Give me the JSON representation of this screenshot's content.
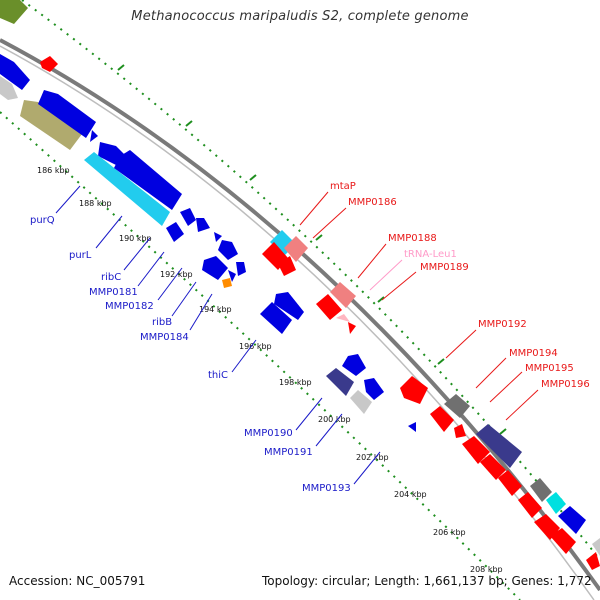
{
  "title": "Methanococcus maripaludis S2, complete genome",
  "footer": {
    "accession": "Accession: NC_005791",
    "topology": "Topology: circular; Length: 1,661,137 bp; Genes: 1,772"
  },
  "kbp_ticks": [
    "186 kbp",
    "188 kbp",
    "190 kbp",
    "192 kbp",
    "194 kbp",
    "196 kbp",
    "198 kbp",
    "200 kbp",
    "202 kbp",
    "204 kbp",
    "206 kbp",
    "208 kbp"
  ],
  "forward_labels": [
    {
      "text": "mtaP",
      "color": "#e81818"
    },
    {
      "text": "MMP0186",
      "color": "#e81818"
    },
    {
      "text": "MMP0188",
      "color": "#e81818"
    },
    {
      "text": "tRNA-Leu1",
      "color": "#ff9ac8"
    },
    {
      "text": "MMP0189",
      "color": "#e81818"
    },
    {
      "text": "MMP0192",
      "color": "#e81818"
    },
    {
      "text": "MMP0194",
      "color": "#e81818"
    },
    {
      "text": "MMP0195",
      "color": "#e81818"
    },
    {
      "text": "MMP0196",
      "color": "#e81818"
    }
  ],
  "reverse_labels": [
    {
      "text": "purQ",
      "color": "#1a1ac8"
    },
    {
      "text": "purL",
      "color": "#1a1ac8"
    },
    {
      "text": "ribC",
      "color": "#1a1ac8"
    },
    {
      "text": "MMP0181",
      "color": "#1a1ac8"
    },
    {
      "text": "MMP0182",
      "color": "#1a1ac8"
    },
    {
      "text": "ribB",
      "color": "#1a1ac8"
    },
    {
      "text": "MMP0184",
      "color": "#1a1ac8"
    },
    {
      "text": "thiC",
      "color": "#1a1ac8"
    },
    {
      "text": "MMP0190",
      "color": "#1a1ac8"
    },
    {
      "text": "MMP0191",
      "color": "#1a1ac8"
    },
    {
      "text": "MMP0193",
      "color": "#1a1ac8"
    }
  ],
  "colors": {
    "backbone": "#8a8a8a",
    "forward_gene": "#ff0000",
    "reverse_gene": "#0000e0",
    "dotted_guide": "#1f8f1f",
    "trna": "#ffb6c1"
  }
}
